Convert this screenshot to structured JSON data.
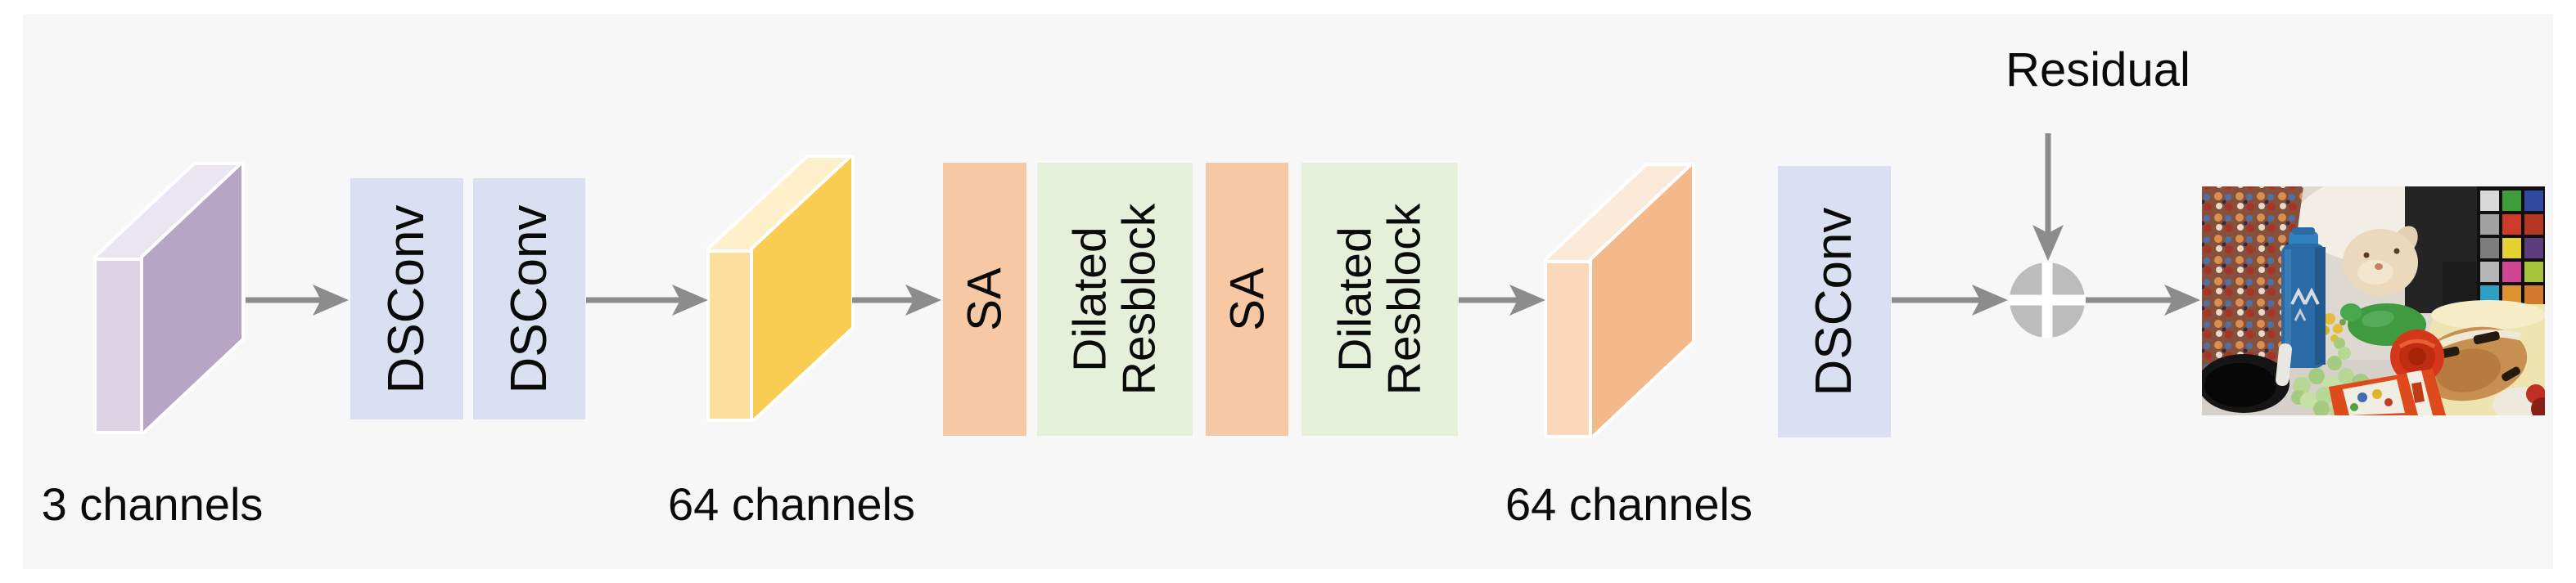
{
  "figure": {
    "background_color": "#ffffff",
    "panel_color": "#f7f7f7",
    "arrow_color": "#8c8c8c",
    "add_circle_color": "#bcbcbc",
    "text_color": "#0a0a0a"
  },
  "labels": {
    "input_channels": "3 channels",
    "mid_channels": "64 channels",
    "out_channels": "64 channels",
    "residual": "Residual"
  },
  "blocks": {
    "dsconv1": "DSConv",
    "dsconv2": "DSConv",
    "dsconv3": "DSConv",
    "sa1": "SA",
    "sa2": "SA",
    "dilated1_line1": "Dilated",
    "dilated1_line2": "Resblock",
    "dilated2_line1": "Dilated",
    "dilated2_line2": "Resblock"
  },
  "palette": {
    "dsconv_fill": "#dae0f1",
    "sa_fill": "#f6c8a3",
    "resblock_fill": "#e6efda",
    "tensor_input_front": "#b6a5c4",
    "tensor_input_side": "#dcd3e4",
    "tensor_input_top": "#eae5f0",
    "tensor_mid_front": "#f9cd52",
    "tensor_mid_side": "#fcdf9d",
    "tensor_mid_top": "#fdf0ca",
    "tensor_out_front": "#f4b98a",
    "tensor_out_side": "#fad8b9",
    "tensor_out_top": "#fcead9"
  }
}
